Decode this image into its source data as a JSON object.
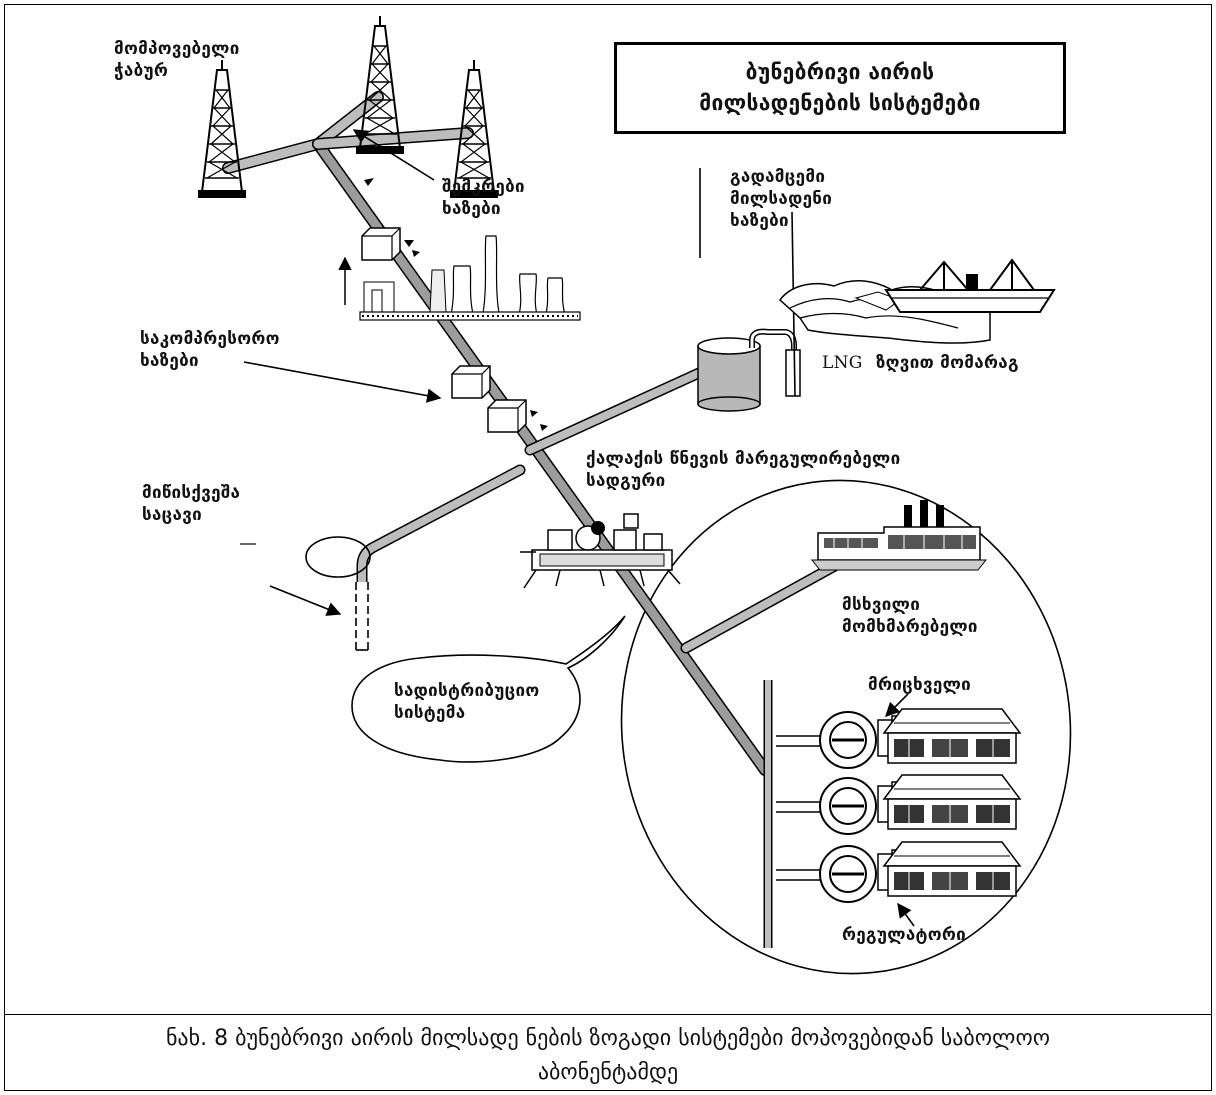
{
  "title_box": {
    "line1": "ბუნებრივი აირის",
    "line2": "მილსადენების სისტემები"
  },
  "labels": {
    "producing_wells": {
      "line1": "მომპოვებელი",
      "line2": "ჭაბურ"
    },
    "gathering_lines": {
      "line1": "შემკრები",
      "line2": "ხაზები"
    },
    "transmission_lines": {
      "line1": "გადამცემი",
      "line2": "მილსადენი",
      "line3": "ხაზები"
    },
    "compressor_lines": {
      "line1": "საკომპრესორო",
      "line2": "ხაზები"
    },
    "lng_abbr": "LNG",
    "sea_supply": "ზღვით მომარაგ",
    "city_gate_station": {
      "line1": "ქალაქის წნევის მარეგულირებელი",
      "line2": "სადგური"
    },
    "underground_storage": {
      "line1": "მიწისქვეშა",
      "line2": "საცავი"
    },
    "large_consumer": {
      "line1": "მსხვილი",
      "line2": "მომხმარებელი"
    },
    "distribution_system": {
      "line1": "სადისტრიბუციო",
      "line2": "სისტემა"
    },
    "meter": "მრიცხველი",
    "regulator": "რეგულატორი"
  },
  "caption": {
    "line1": "ნახ. 8 ბუნებრივი აირის მილსადე ნების ზოგადი სისტემები მოპოვებიდან საბოლოო",
    "line2": "აბონენტამდე"
  }
}
